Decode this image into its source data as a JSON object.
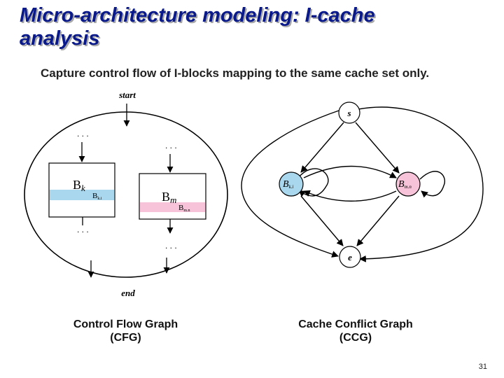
{
  "slide": {
    "title": "Micro-architecture modeling: I-cache analysis",
    "subtitle": "Capture control flow of I-blocks mapping to the same cache set only.",
    "page_number": "31"
  },
  "cfg": {
    "caption_line1": "Control Flow Graph",
    "caption_line2": "(CFG)",
    "start_label": "start",
    "end_label": "end",
    "ellipsis": ". . .",
    "block_k_label": "B",
    "block_k_sub": "k",
    "block_k_line": "B",
    "block_k_line_sub": "k.i",
    "block_m_label": "B",
    "block_m_sub": "m",
    "block_m_line": "B",
    "block_m_line_sub": "m.n",
    "colors": {
      "block_k_line": "#a9d8ee",
      "block_m_line": "#f7c3d8"
    }
  },
  "ccg": {
    "caption_line1": "Cache Conflict Graph",
    "caption_line2": "(CCG)",
    "node_s": "s",
    "node_e": "e",
    "node_ki": "B",
    "node_ki_sub": "k.i",
    "node_mn": "B",
    "node_mn_sub": "m.n",
    "colors": {
      "node_ki": "#a9d8ee",
      "node_mn": "#f7c3d8",
      "node_plain": "#ffffff"
    }
  }
}
